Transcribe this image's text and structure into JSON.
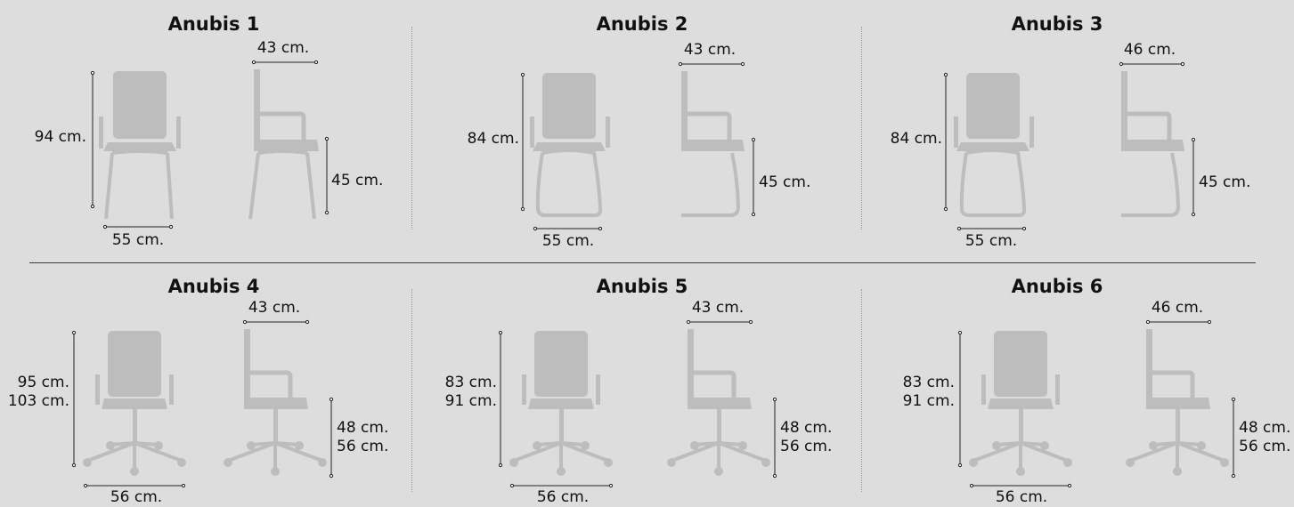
{
  "colors": {
    "chair": "#bdbdbd",
    "line": "#222222",
    "separator": "#3b3470"
  },
  "chairs": [
    {
      "title": "Anubis 1",
      "height": "94 cm.",
      "height_alt": "",
      "width": "55 cm.",
      "depth": "43 cm.",
      "seat": "45 cm.",
      "seat_alt": ""
    },
    {
      "title": "Anubis 2",
      "height": "84 cm.",
      "height_alt": "",
      "width": "55 cm.",
      "depth": "43 cm.",
      "seat": "45 cm.",
      "seat_alt": ""
    },
    {
      "title": "Anubis 3",
      "height": "84 cm.",
      "height_alt": "",
      "width": "55 cm.",
      "depth": "46 cm.",
      "seat": "45 cm.",
      "seat_alt": ""
    },
    {
      "title": "Anubis 4",
      "height": "95 cm.",
      "height_alt": "103 cm.",
      "width": "56 cm.",
      "depth": "43 cm.",
      "seat": "48 cm.",
      "seat_alt": "56 cm."
    },
    {
      "title": "Anubis 5",
      "height": "83 cm.",
      "height_alt": "91 cm.",
      "width": "56 cm.",
      "depth": "43 cm.",
      "seat": "48 cm.",
      "seat_alt": "56 cm."
    },
    {
      "title": "Anubis 6",
      "height": "83 cm.",
      "height_alt": "91 cm.",
      "width": "56 cm.",
      "depth": "46 cm.",
      "seat": "48 cm.",
      "seat_alt": "56 cm."
    }
  ]
}
